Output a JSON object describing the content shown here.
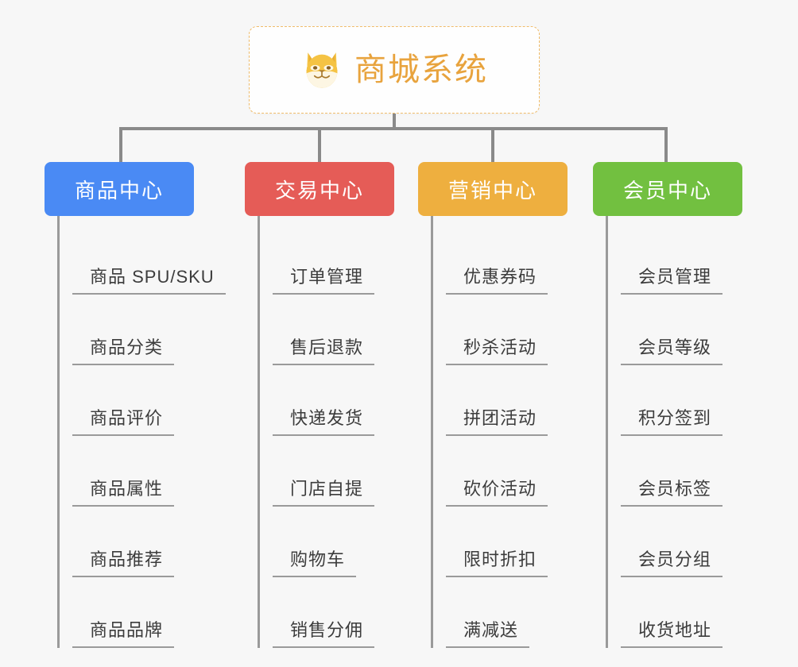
{
  "canvas": {
    "background_color": "#f7f7f7",
    "connector_color": "#8a8a8a"
  },
  "root": {
    "icon": "shiba-inu-dog-face-emoji",
    "title": "商城系统",
    "title_color": "#e8a33d",
    "border_color": "#f0bc6a",
    "background_color": "#fefefe"
  },
  "columns": [
    {
      "header": "商品中心",
      "color": "#4a8af4",
      "items": [
        "商品 SPU/SKU",
        "商品分类",
        "商品评价",
        "商品属性",
        "商品推荐",
        "商品品牌"
      ]
    },
    {
      "header": "交易中心",
      "color": "#e55c57",
      "items": [
        "订单管理",
        "售后退款",
        "快递发货",
        "门店自提",
        "购物车",
        "销售分佣"
      ]
    },
    {
      "header": "营销中心",
      "color": "#eeaf3f",
      "items": [
        "优惠券码",
        "秒杀活动",
        "拼团活动",
        "砍价活动",
        "限时折扣",
        "满减送"
      ]
    },
    {
      "header": "会员中心",
      "color": "#72c040",
      "items": [
        "会员管理",
        "会员等级",
        "积分签到",
        "会员标签",
        "会员分组",
        "收货地址"
      ]
    }
  ]
}
